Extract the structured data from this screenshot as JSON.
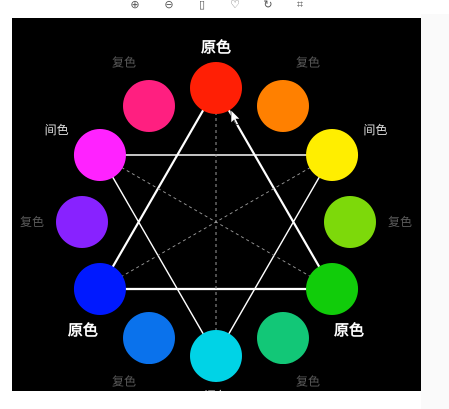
{
  "toolbar": {
    "icons": [
      {
        "name": "zoom-in-icon",
        "glyph": "⊕"
      },
      {
        "name": "zoom-out-icon",
        "glyph": "⊖"
      },
      {
        "name": "delete-icon",
        "glyph": "▯"
      },
      {
        "name": "favorite-icon",
        "glyph": "♡"
      },
      {
        "name": "rotate-icon",
        "glyph": "↻"
      },
      {
        "name": "crop-icon",
        "glyph": "⌗"
      }
    ]
  },
  "colors": {
    "background": "#000000",
    "line_solid": "#ffffff",
    "line_dashed": "#9a9a9a",
    "label_primary": "#ffffff",
    "label_secondary": "#dcdcdc",
    "label_tertiary": "#5a5a5a"
  },
  "wheel": {
    "circles": [
      {
        "name": "red",
        "color": "#ff1f05",
        "label": "原色",
        "kind": "primary"
      },
      {
        "name": "orange",
        "color": "#ff8000",
        "label": "复色",
        "kind": "tertiary"
      },
      {
        "name": "yellow",
        "color": "#ffee00",
        "label": "间色",
        "kind": "secondary"
      },
      {
        "name": "yellow-green",
        "color": "#7dd90a",
        "label": "复色",
        "kind": "tertiary"
      },
      {
        "name": "green",
        "color": "#11cc0a",
        "label": "原色",
        "kind": "primary"
      },
      {
        "name": "teal",
        "color": "#12c777",
        "label": "复色",
        "kind": "tertiary"
      },
      {
        "name": "cyan",
        "color": "#00d3e6",
        "label": "间色",
        "kind": "secondary"
      },
      {
        "name": "azure",
        "color": "#0a72ec",
        "label": "复色",
        "kind": "tertiary"
      },
      {
        "name": "blue",
        "color": "#0019ff",
        "label": "原色",
        "kind": "primary"
      },
      {
        "name": "violet",
        "color": "#8822ff",
        "label": "复色",
        "kind": "tertiary"
      },
      {
        "name": "magenta",
        "color": "#ff22ff",
        "label": "间色",
        "kind": "secondary"
      },
      {
        "name": "rose",
        "color": "#ff1f80",
        "label": "复色",
        "kind": "tertiary"
      }
    ]
  }
}
